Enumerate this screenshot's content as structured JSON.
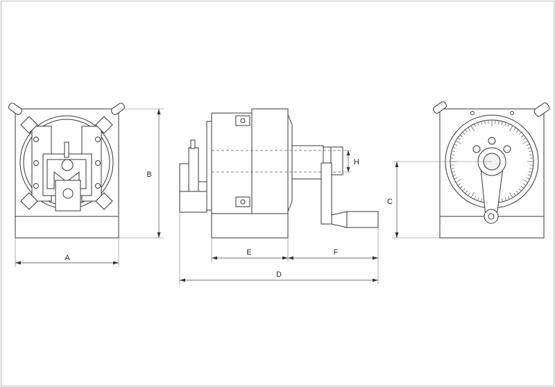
{
  "dimension_labels": {
    "a": "A",
    "b": "B",
    "c": "C",
    "d": "D",
    "e": "E",
    "f": "F",
    "h": "H"
  }
}
